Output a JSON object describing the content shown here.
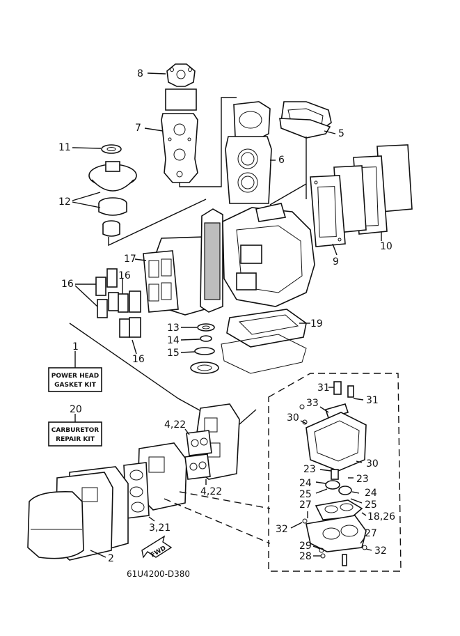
{
  "kits": {
    "power_head": {
      "number": "1",
      "line1": "POWER HEAD",
      "line2": "GASKET KIT"
    },
    "carburetor": {
      "number": "20",
      "line1": "CARBURETOR",
      "line2": "REPAIR KIT"
    }
  },
  "callouts": {
    "c8": "8",
    "c7": "7",
    "c5": "5",
    "c6": "6",
    "c11": "11",
    "c12": "12",
    "c10": "10",
    "c9": "9",
    "c17": "17",
    "c16a": "16",
    "c16b": "16",
    "c16c": "16",
    "c13": "13",
    "c14": "14",
    "c15": "15",
    "c19": "19",
    "c4_22a": "4,22",
    "c4_22b": "4,22",
    "c3_21": "3,21",
    "c2": "2",
    "c31a": "31",
    "c31b": "31",
    "c33": "33",
    "c30a": "30",
    "c30b": "30",
    "c23a": "23",
    "c23b": "23",
    "c24a": "24",
    "c24b": "24",
    "c25a": "25",
    "c25b": "25",
    "c27a": "27",
    "c27b": "27",
    "c18_26": "18,26",
    "c32a": "32",
    "c32b": "32",
    "c29": "29",
    "c28": "28"
  },
  "fwd_label": "FWD",
  "diagram_code": "61U4200-D380"
}
